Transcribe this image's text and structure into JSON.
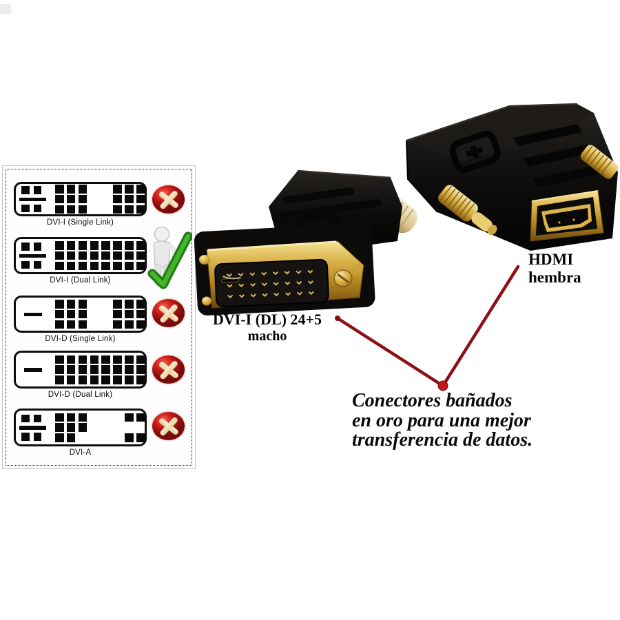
{
  "compatibility_panel": {
    "rows": [
      {
        "name": "dvi-i-single-link",
        "label": "DVI-I (Single Link)",
        "status": "not-compatible",
        "left_key": "cross",
        "pin_grid": [
          "11100111",
          "11100111",
          "11100111"
        ]
      },
      {
        "name": "dvi-i-dual-link",
        "label": "DVI-I (Dual Link)",
        "status": "compatible",
        "left_key": "cross",
        "pin_grid": [
          "11111111",
          "11111111",
          "11111111"
        ]
      },
      {
        "name": "dvi-d-single-link",
        "label": "DVI-D (Single Link)",
        "status": "not-compatible",
        "left_key": "bar",
        "pin_grid": [
          "11100111",
          "11100111",
          "11100111"
        ]
      },
      {
        "name": "dvi-d-dual-link",
        "label": "DVI-D (Dual Link)",
        "status": "not-compatible",
        "left_key": "bar",
        "pin_grid": [
          "11111111",
          "11111111",
          "11111111"
        ]
      },
      {
        "name": "dvi-a",
        "label": "DVI-A",
        "status": "not-compatible",
        "left_key": "cross",
        "pin_grid": [
          "11100011",
          "11100000",
          "11000011"
        ]
      }
    ]
  },
  "product_photo": {
    "dvi_plug_label": {
      "line1": "DVI-I (DL) 24+5",
      "line2": "macho"
    },
    "hdmi_port_label": {
      "line1": "HDMI",
      "line2": "hembra"
    },
    "note": {
      "line1": "Conectores bañados",
      "line2": "en oro para una mejor",
      "line3": "transferencia de datos."
    },
    "dvi_male_pins": {
      "rows": 3,
      "cols": 8
    }
  },
  "colors": {
    "incompatible_icon": "#c0181c",
    "compatible_check": "#2f9e1f",
    "annotation_line": "#8c1013",
    "gold": "#c9a227",
    "adapter_body": "#121110"
  }
}
